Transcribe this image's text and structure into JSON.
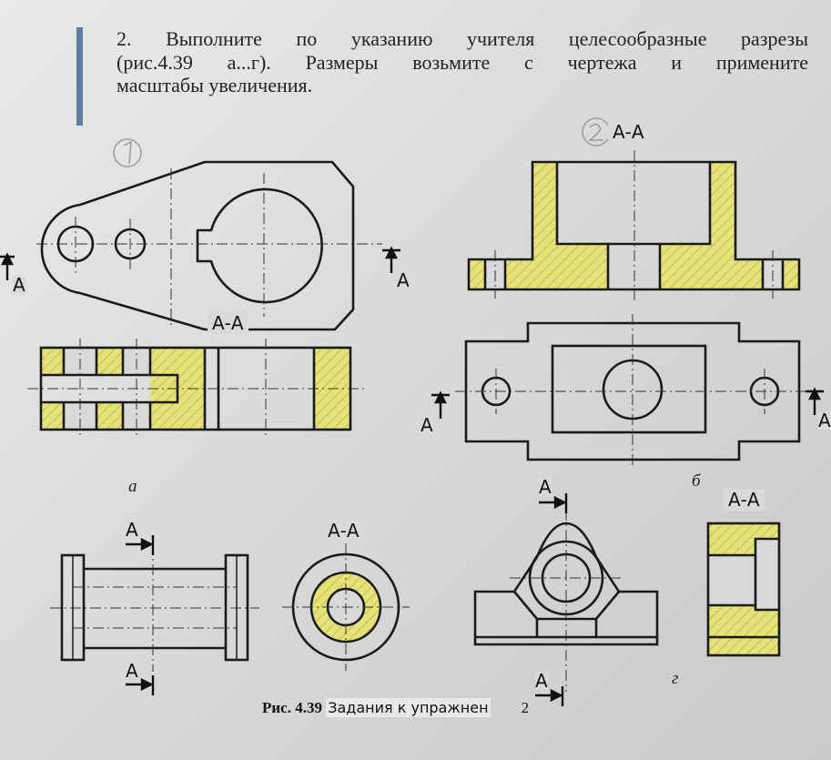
{
  "task": {
    "line1": "2. Выполните по указанию учителя целесообразные разрезы",
    "line2": "(рис.4.39 а...г). Размеры возьмите с чертежа и примените",
    "line3": "масштабы увеличения."
  },
  "labels": {
    "section_label": "А-А",
    "cut_letter": "A"
  },
  "subfigures": {
    "a": "а",
    "b": "б",
    "g": "г"
  },
  "caption": {
    "fig_number": "Рис. 4.39",
    "text": "Задания к упражнен",
    "tail": "2"
  },
  "colors": {
    "hatch": "#e6e27a",
    "ink": "#1a1a1a"
  }
}
